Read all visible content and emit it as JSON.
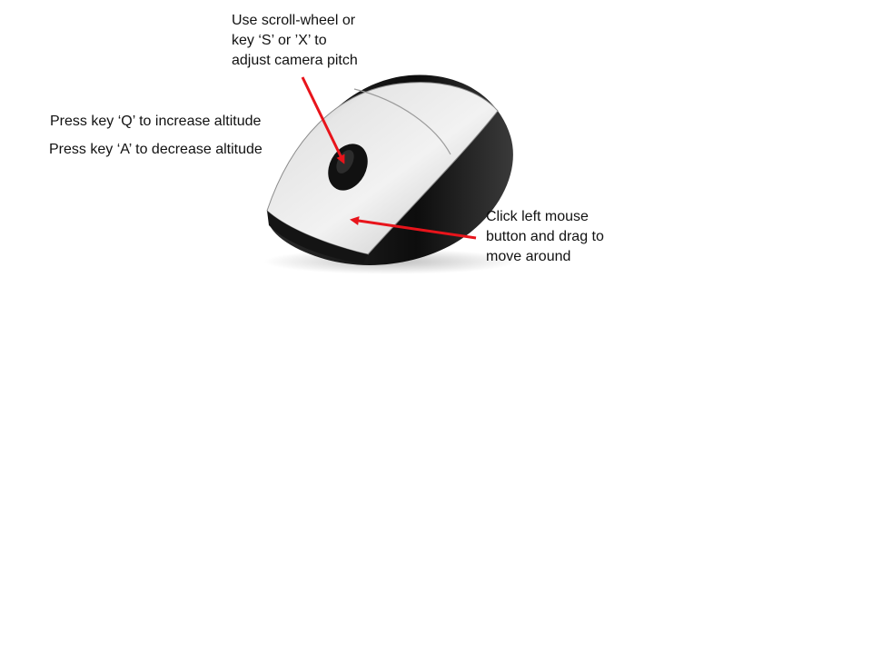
{
  "annotations": {
    "scroll": {
      "lines": [
        "Use scroll-wheel or",
        "key ‘S’ or ’X’ to",
        "adjust camera pitch"
      ]
    },
    "altitude_up": "Press key ‘Q’ to increase altitude",
    "altitude_down": "Press key ‘A’ to decrease altitude",
    "drag": {
      "lines": [
        "Click left mouse",
        "button and drag to",
        "move around"
      ]
    }
  },
  "colors": {
    "arrow": "#e8141b",
    "mouse_body": "#d6d6d6",
    "mouse_shell": "#1a1a1a",
    "text": "#111111"
  },
  "icons": {
    "mouse": "computer-mouse-icon",
    "arrow": "red-arrow"
  }
}
